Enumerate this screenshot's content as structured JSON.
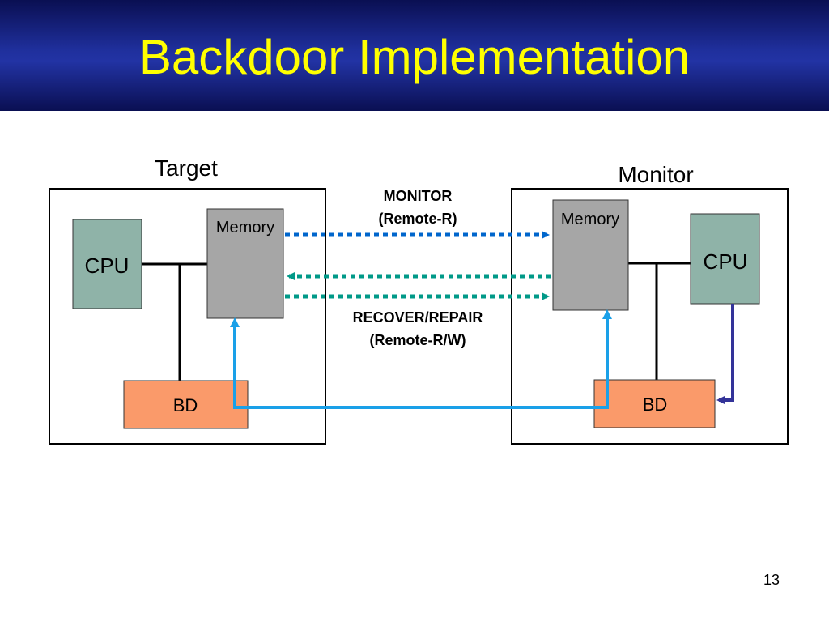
{
  "slide": {
    "title": "Backdoor Implementation",
    "page_number": "13"
  },
  "colors": {
    "title_text": "#ffff00",
    "title_bar": "#1a2a8f",
    "cpu_fill": "#8fb3a8",
    "memory_fill": "#a6a6a6",
    "bd_fill": "#fa9a6a",
    "monitor_arrow": "#0066cc",
    "recover_arrow": "#009988",
    "bd_link": "#1aa0e8",
    "cpu_bd_link": "#333399"
  },
  "diagram": {
    "target": {
      "label": "Target",
      "cpu": "CPU",
      "memory": "Memory",
      "bd": "BD"
    },
    "monitor": {
      "label": "Monitor",
      "cpu": "CPU",
      "memory": "Memory",
      "bd": "BD"
    },
    "links": {
      "monitor_line1": "MONITOR",
      "monitor_line2": "(Remote-R)",
      "recover_line1": "RECOVER/REPAIR",
      "recover_line2": "(Remote-R/W)"
    }
  }
}
